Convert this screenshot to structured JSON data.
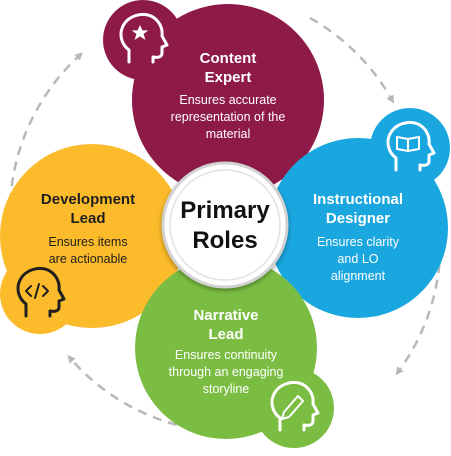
{
  "colors": {
    "content": "#8e1a48",
    "instructional": "#1aa6df",
    "narrative": "#7bbd42",
    "development": "#fbbb2b",
    "arrows": "#b8b8b8"
  },
  "center": {
    "line1": "Primary",
    "line2": "Roles"
  },
  "roles": {
    "content": {
      "title1": "Content",
      "title2": "Expert",
      "desc1": "Ensures accurate",
      "desc2": "representation of the",
      "desc3": "material",
      "icon": "star-head-icon"
    },
    "instructional": {
      "title1": "Instructional",
      "title2": "Designer",
      "desc1": "Ensures clarity",
      "desc2": "and LO",
      "desc3": "alignment",
      "icon": "book-head-icon"
    },
    "narrative": {
      "title1": "Narrative",
      "title2": "Lead",
      "desc1": "Ensures continuity",
      "desc2": "through an engaging",
      "desc3": "storyline",
      "icon": "pencil-head-icon"
    },
    "development": {
      "title1": "Development",
      "title2": "Lead",
      "desc1": "Ensures items",
      "desc2": "are actionable",
      "icon": "code-head-icon"
    }
  }
}
